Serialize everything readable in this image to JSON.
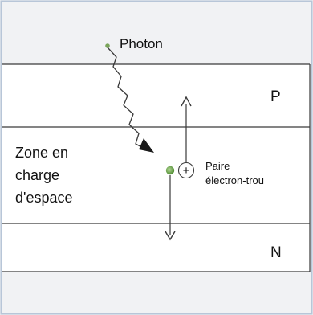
{
  "diagram": {
    "photon_label": "Photon",
    "p_label": "P",
    "n_label": "N",
    "zone_label_lines": [
      "Zone en",
      "charge",
      "d'espace"
    ],
    "pair_label_lines": [
      "Paire",
      "électron-trou"
    ],
    "hole_symbol": "+"
  },
  "colors": {
    "paper_background": "#f1f2f4",
    "frame_border": "#b8c6d8",
    "line": "#3a3a3a",
    "text": "#111111",
    "electron_green": "#5f9a3c",
    "photon_dot": "#7aa55a"
  }
}
